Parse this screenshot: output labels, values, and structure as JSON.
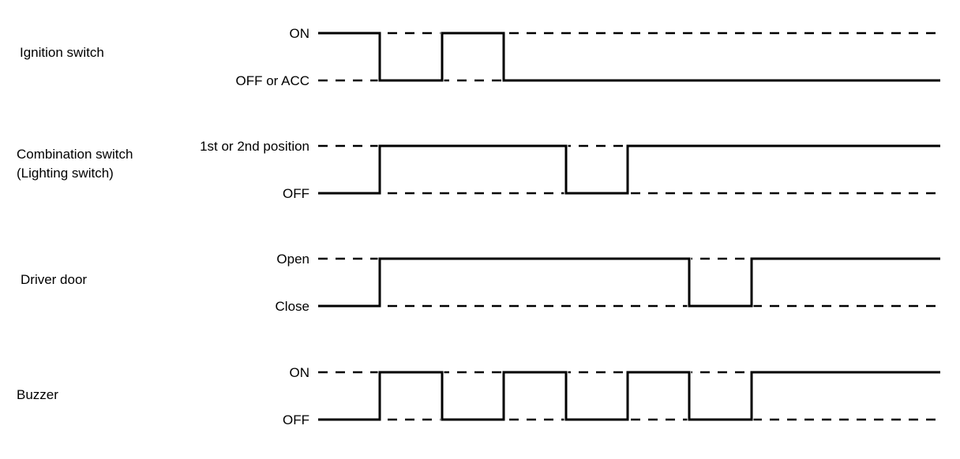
{
  "colors": {
    "line": "#000000",
    "background": "#ffffff"
  },
  "time_points": [
    0,
    1,
    2,
    3,
    4,
    5,
    6,
    7,
    8,
    9,
    10
  ],
  "signals": [
    {
      "name": "Ignition switch",
      "name_lines": [
        "Ignition switch"
      ],
      "high_label": "ON",
      "low_label": "OFF or ACC",
      "initial": 1,
      "transitions": [
        1,
        2,
        3
      ]
    },
    {
      "name": "Combination switch (Lighting switch)",
      "name_lines": [
        "Combination switch",
        "(Lighting switch)"
      ],
      "high_label": "1st or 2nd position",
      "low_label": "OFF",
      "initial": 0,
      "transitions": [
        1,
        4,
        5
      ]
    },
    {
      "name": "Driver door",
      "name_lines": [
        "Driver door"
      ],
      "high_label": "Open",
      "low_label": "Close",
      "initial": 0,
      "transitions": [
        1,
        6,
        7
      ]
    },
    {
      "name": "Buzzer",
      "name_lines": [
        "Buzzer"
      ],
      "high_label": "ON",
      "low_label": "OFF",
      "initial": 0,
      "transitions": [
        1,
        2,
        3,
        4,
        5,
        6,
        7
      ]
    }
  ]
}
